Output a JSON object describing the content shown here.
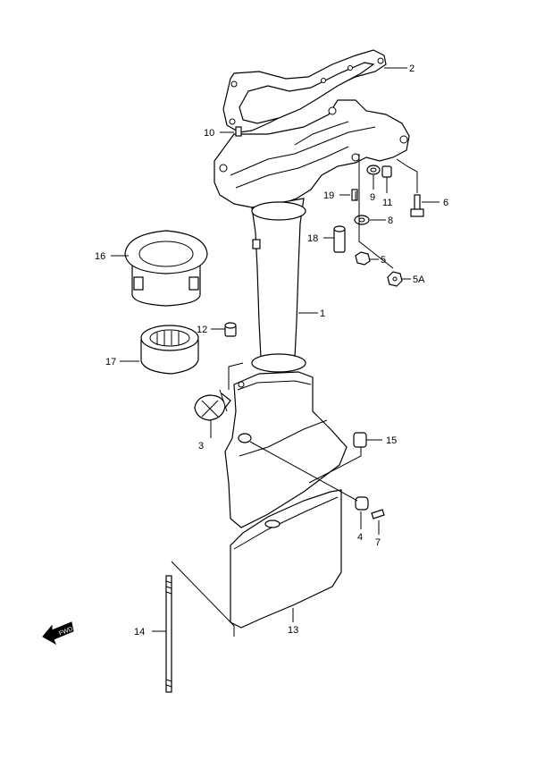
{
  "parts": [
    {
      "id": "gasket",
      "label": "2"
    },
    {
      "id": "pin",
      "label": "10"
    },
    {
      "id": "driveshaft-housing",
      "label": "1"
    },
    {
      "id": "bolt",
      "label": "6"
    },
    {
      "id": "washer-9",
      "label": "9"
    },
    {
      "id": "grommet",
      "label": "11"
    },
    {
      "id": "screw-19",
      "label": "19"
    },
    {
      "id": "washer-8",
      "label": "8"
    },
    {
      "id": "pin-18",
      "label": "18"
    },
    {
      "id": "nut-5",
      "label": "5"
    },
    {
      "id": "nut-5a",
      "label": "5A"
    },
    {
      "id": "mount-cover-16",
      "label": "16"
    },
    {
      "id": "mount-17",
      "label": "17"
    },
    {
      "id": "plug-12",
      "label": "12"
    },
    {
      "id": "cover-3",
      "label": "3"
    },
    {
      "id": "bushing-15",
      "label": "15"
    },
    {
      "id": "grommet-4",
      "label": "4"
    },
    {
      "id": "screw-7",
      "label": "7"
    },
    {
      "id": "stud-14",
      "label": "14"
    },
    {
      "id": "lower-cover-13",
      "label": "13"
    }
  ],
  "fwd_label": "FWD"
}
